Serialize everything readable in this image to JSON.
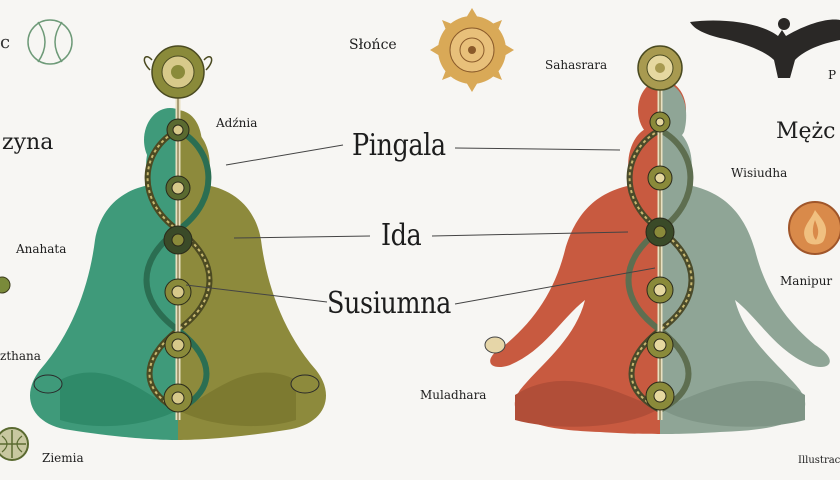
{
  "center_labels": {
    "pingala": "Pingala",
    "ida": "Ida",
    "susiumna": "Susiumna"
  },
  "left_figure": {
    "title_partial": "zyna",
    "labels": {
      "adznia": "Adźnia",
      "anahata": "Anahata",
      "swadhisthana_partial": "zthana",
      "ziemia": "Ziemia"
    },
    "colors": {
      "left_half": "#3f9a7a",
      "right_half": "#8d8a3c"
    }
  },
  "right_figure": {
    "title_partial": "Mężc",
    "labels": {
      "slonce": "Słońce",
      "sahasrara": "Sahasrara",
      "wisiudha": "Wisiudha",
      "manipura_partial": "Manipur",
      "muladhara": "Muladhara",
      "p_partial": "P",
      "illustration_partial": "Illustrac"
    },
    "colors": {
      "left_half": "#c85a40",
      "right_half": "#8fa596"
    }
  },
  "icons": [
    "venus-symbol-icon",
    "sun-icon",
    "eagle-icon",
    "fire-icon",
    "earth-icon",
    "lotus-icon",
    "chakra-icon"
  ]
}
